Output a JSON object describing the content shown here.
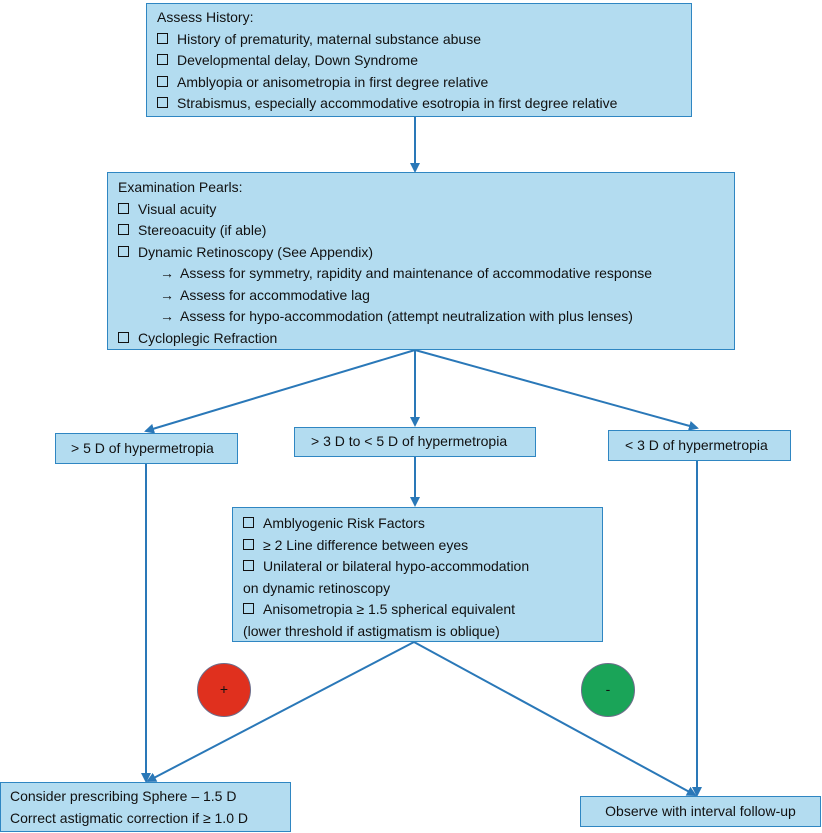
{
  "colors": {
    "box_fill": "#b3dcf0",
    "box_border": "#2f86c2",
    "arrow": "#2a78b8",
    "plus_circle": "#e0301e",
    "minus_circle": "#1aa458"
  },
  "history": {
    "title": "Assess History:",
    "items": [
      "History of prematurity, maternal substance abuse",
      "Developmental delay, Down Syndrome",
      "Amblyopia or anisometropia in first degree relative",
      "Strabismus, especially accommodative esotropia in first degree relative"
    ]
  },
  "exam": {
    "title": "Examination Pearls:",
    "item1": "Visual acuity",
    "item2": "Stereoacuity (if able)",
    "item3": "Dynamic Retinoscopy (See Appendix)",
    "arrow_glyph": "→",
    "sub1": "Assess for symmetry, rapidity and maintenance of accommodative response",
    "sub2": "Assess for accommodative lag",
    "sub3": "Assess for hypo-accommodation (attempt neutralization with plus lenses)",
    "item4": "Cycloplegic Refraction"
  },
  "branches": {
    "left": "> 5 D of hypermetropia",
    "middle": "> 3 D to < 5 D of hypermetropia",
    "right": "< 3 D of hypermetropia"
  },
  "risk": {
    "item1": "Amblyogenic Risk Factors",
    "item2": "≥ 2 Line difference between eyes",
    "item3a": "Unilateral or bilateral hypo-accommodation",
    "item3b": "on dynamic retinoscopy",
    "item4a": "Anisometropia ≥ 1.5 spherical equivalent",
    "item4b": "(lower threshold if astigmatism is oblique)"
  },
  "signs": {
    "plus": "+",
    "minus": "-"
  },
  "outcomes": {
    "prescribe_line1": "Consider prescribing Sphere – 1.5 D",
    "prescribe_line2": "Correct astigmatic correction if ≥ 1.0 D",
    "observe": "Observe with interval follow-up"
  }
}
